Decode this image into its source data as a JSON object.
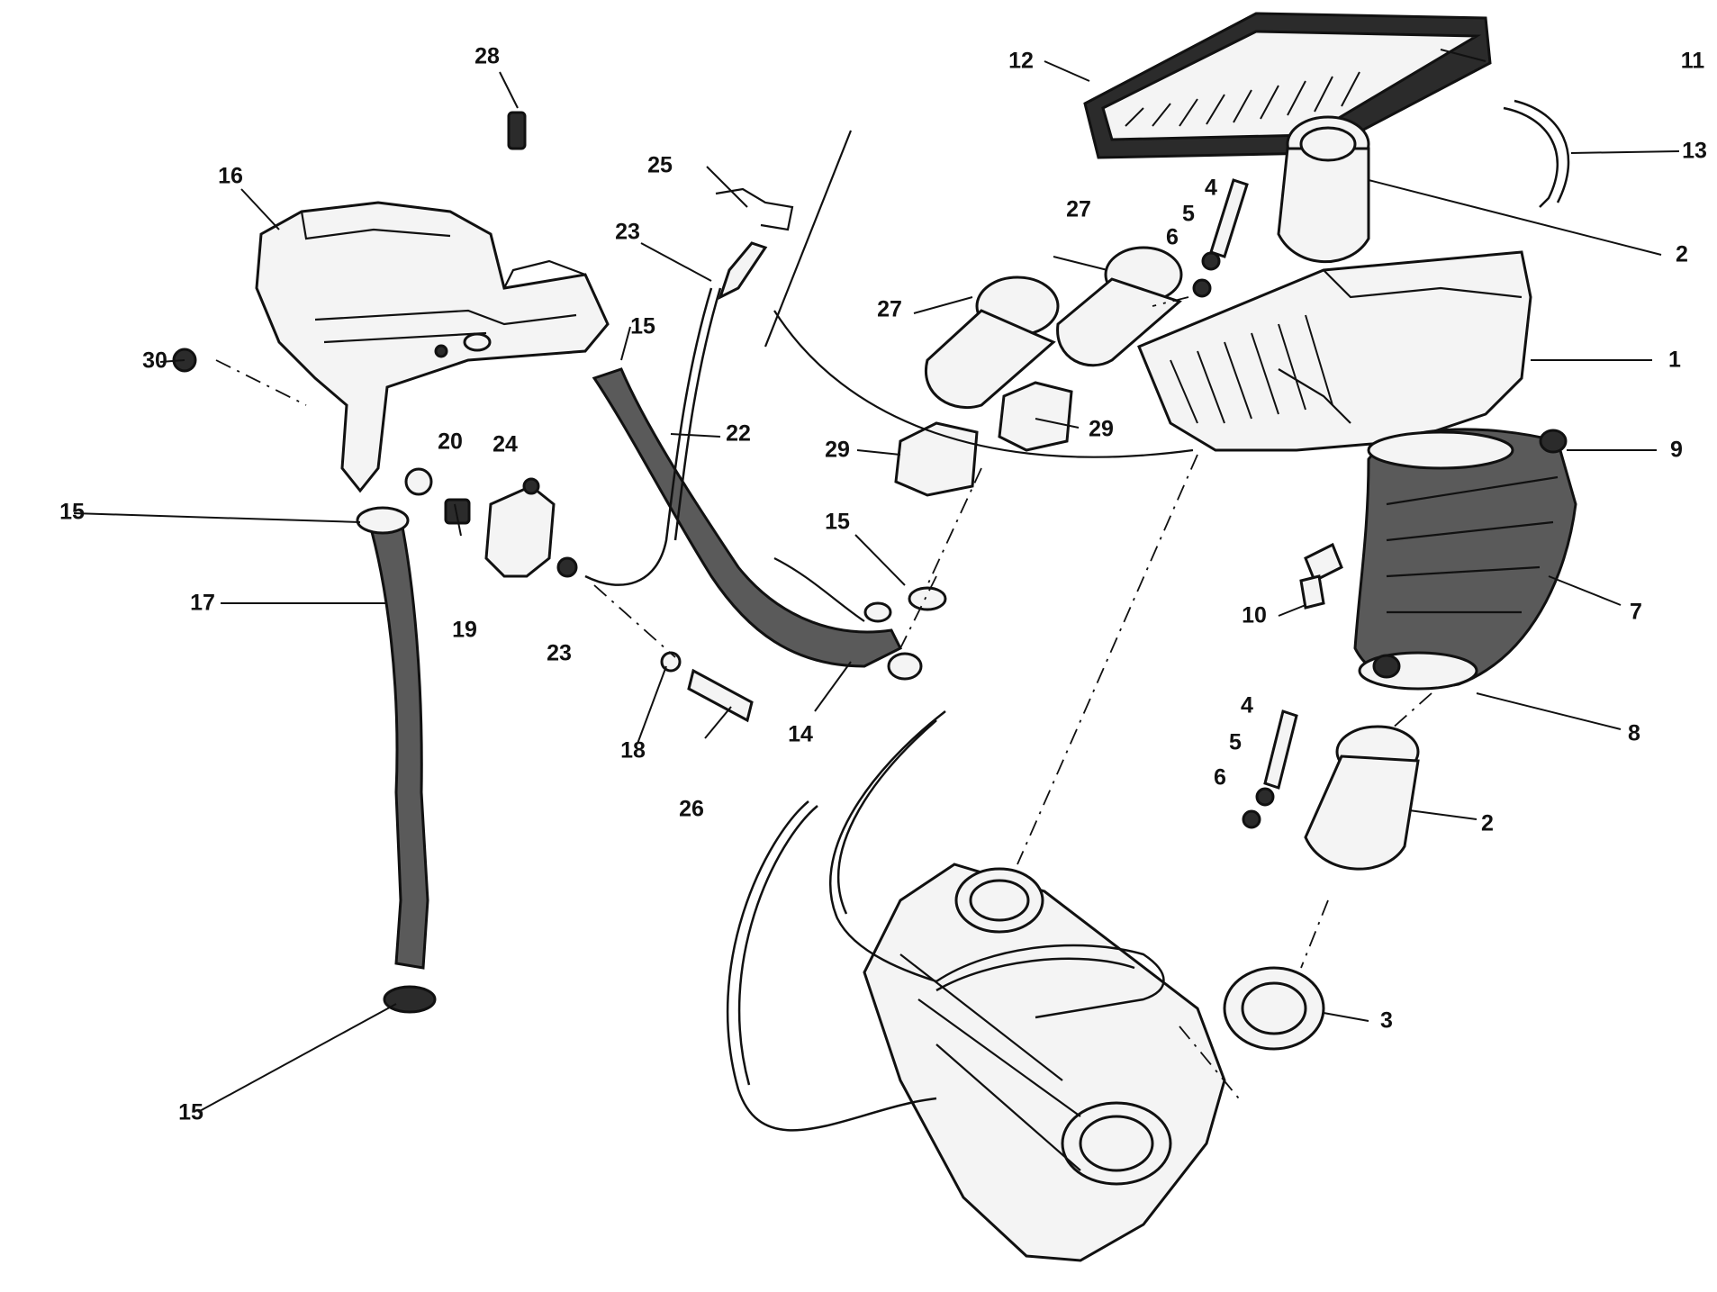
{
  "callouts": {
    "c28": "28",
    "c16": "16",
    "c30": "30",
    "c15a": "15",
    "c17": "17",
    "c15b": "15",
    "c20": "20",
    "c24": "24",
    "c19": "19",
    "c23a": "23",
    "c25": "25",
    "c23b": "23",
    "c15c": "15",
    "c22": "22",
    "c18": "18",
    "c26": "26",
    "c14": "14",
    "c15d": "15",
    "c12": "12",
    "c11": "11",
    "c13": "13",
    "c2a": "2",
    "c1": "1",
    "c27a": "27",
    "c27b": "27",
    "c4a": "4",
    "c5a": "5",
    "c6a": "6",
    "c29a": "29",
    "c29b": "29",
    "c9": "9",
    "c10": "10",
    "c7": "7",
    "c8": "8",
    "c4b": "4",
    "c5b": "5",
    "c6b": "6",
    "c2b": "2",
    "c3": "3"
  },
  "colors": {
    "ink": "#111111",
    "paper": "#ffffff"
  }
}
